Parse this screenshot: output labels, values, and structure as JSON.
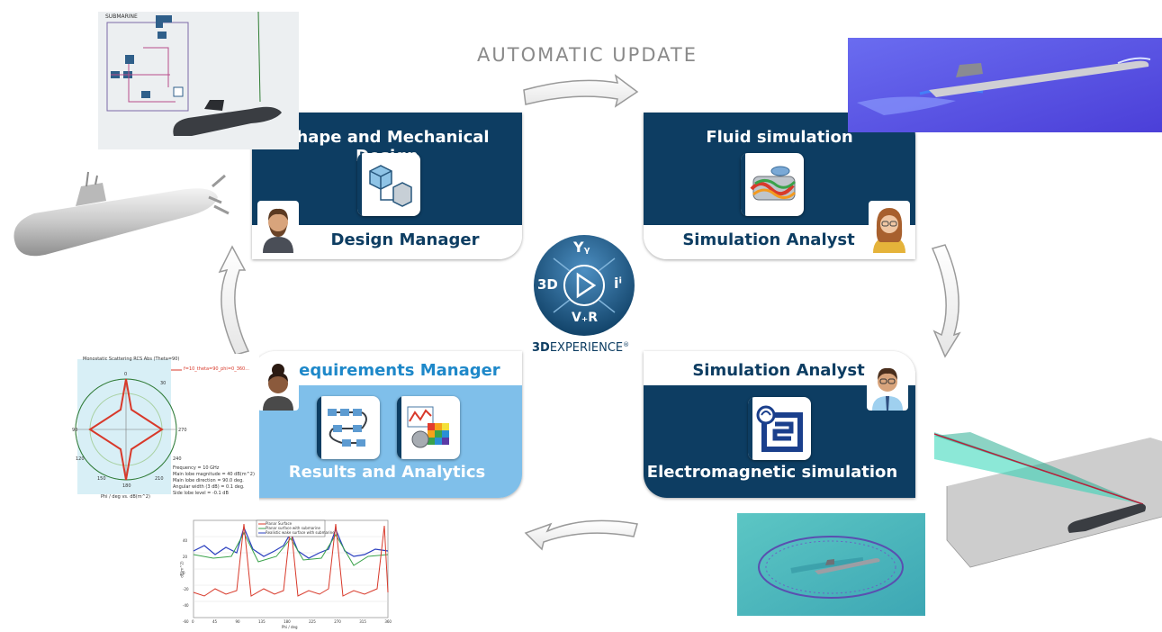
{
  "header": {
    "title": "AUTOMATIC UPDATE"
  },
  "cards": {
    "design": {
      "title": "Shape and Mechanical Design",
      "role": "Design Manager"
    },
    "fluid": {
      "title": "Fluid simulation",
      "role": "Simulation Analyst"
    },
    "requirements": {
      "role": "Requirements Manager",
      "title": "Results and Analytics"
    },
    "em": {
      "role": "Simulation Analyst",
      "title": "Electromagnetic simulation"
    }
  },
  "logo": {
    "top": "Yᵧ",
    "left": "3D",
    "right": "iⁱ",
    "bottom": "V₊R",
    "brand_bold": "3D",
    "brand_rest": "EXPERIENCE",
    "registered": "®"
  },
  "diagram_label": "SUBMARINE",
  "polar_plot": {
    "title": "Monostatic Scattering RCS Abs (Theta=90)",
    "legend": "f=10_theta=90_phi=0_360...",
    "angle_labels": [
      "0",
      "30",
      "90",
      "270",
      "120",
      "150",
      "180",
      "240",
      "210"
    ],
    "info": [
      "Frequency = 10 GHz",
      "Main lobe magnitude = 40 dB(m^2)",
      "Main lobe direction = 90.0 deg.",
      "Angular width (3 dB) = 0.1 deg.",
      "Side lobe level = -0.1 dB"
    ],
    "axis_label": "Phi / deg vs. dB(m^2)"
  },
  "line_plot": {
    "legend": [
      "Planar Surface",
      "Planar surface with submarine",
      "Realistic wake surface with submarine"
    ],
    "x_ticks": [
      "0",
      "45",
      "90",
      "135",
      "180",
      "225",
      "270",
      "315",
      "360"
    ],
    "y_ticks": [
      "40",
      "20",
      "0",
      "-20",
      "-40",
      "-60"
    ],
    "xlabel": "Phi / deg",
    "ylabel": "dB(m^2)"
  },
  "colors": {
    "navy": "#0d3d62",
    "light_blue": "#7fbfea",
    "accent_blue": "#1e88c9"
  }
}
